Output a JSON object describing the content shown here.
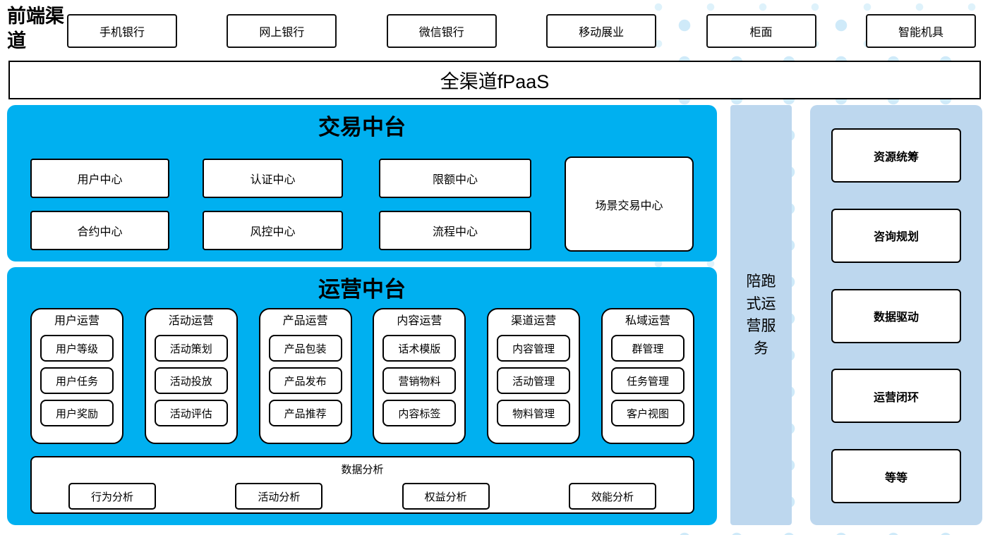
{
  "front_channels": {
    "label": "前端渠道",
    "items": [
      "手机银行",
      "网上银行",
      "微信银行",
      "移动展业",
      "柜面",
      "智能机具"
    ]
  },
  "fpaas": {
    "label": "全渠道fPaaS"
  },
  "trade_platform": {
    "title": "交易中台",
    "row1": [
      "用户中心",
      "认证中心",
      "限额中心"
    ],
    "row2": [
      "合约中心",
      "风控中心",
      "流程中心"
    ],
    "scene_center": "场景交易中心"
  },
  "ops_platform": {
    "title": "运营中台",
    "columns": [
      {
        "title": "用户运营",
        "items": [
          "用户等级",
          "用户任务",
          "用户奖励"
        ]
      },
      {
        "title": "活动运营",
        "items": [
          "活动策划",
          "活动投放",
          "活动评估"
        ]
      },
      {
        "title": "产品运营",
        "items": [
          "产品包装",
          "产品发布",
          "产品推荐"
        ]
      },
      {
        "title": "内容运营",
        "items": [
          "话术模版",
          "营销物料",
          "内容标签"
        ]
      },
      {
        "title": "渠道运营",
        "items": [
          "内容管理",
          "活动管理",
          "物料管理"
        ]
      },
      {
        "title": "私域运营",
        "items": [
          "群管理",
          "任务管理",
          "客户视图"
        ]
      }
    ],
    "data_analysis": {
      "title": "数据分析",
      "items": [
        "行为分析",
        "活动分析",
        "权益分析",
        "效能分析"
      ]
    }
  },
  "companion_bar": {
    "label": "陪跑式运营服务"
  },
  "service_panel": {
    "items": [
      "资源统筹",
      "咨询规划",
      "数据驱动",
      "运营闭环",
      "等等"
    ]
  },
  "colors": {
    "accent_blue": "#00B0F0",
    "light_blue": "#BDD7EE",
    "dot_blue": "#CFEAF9"
  }
}
